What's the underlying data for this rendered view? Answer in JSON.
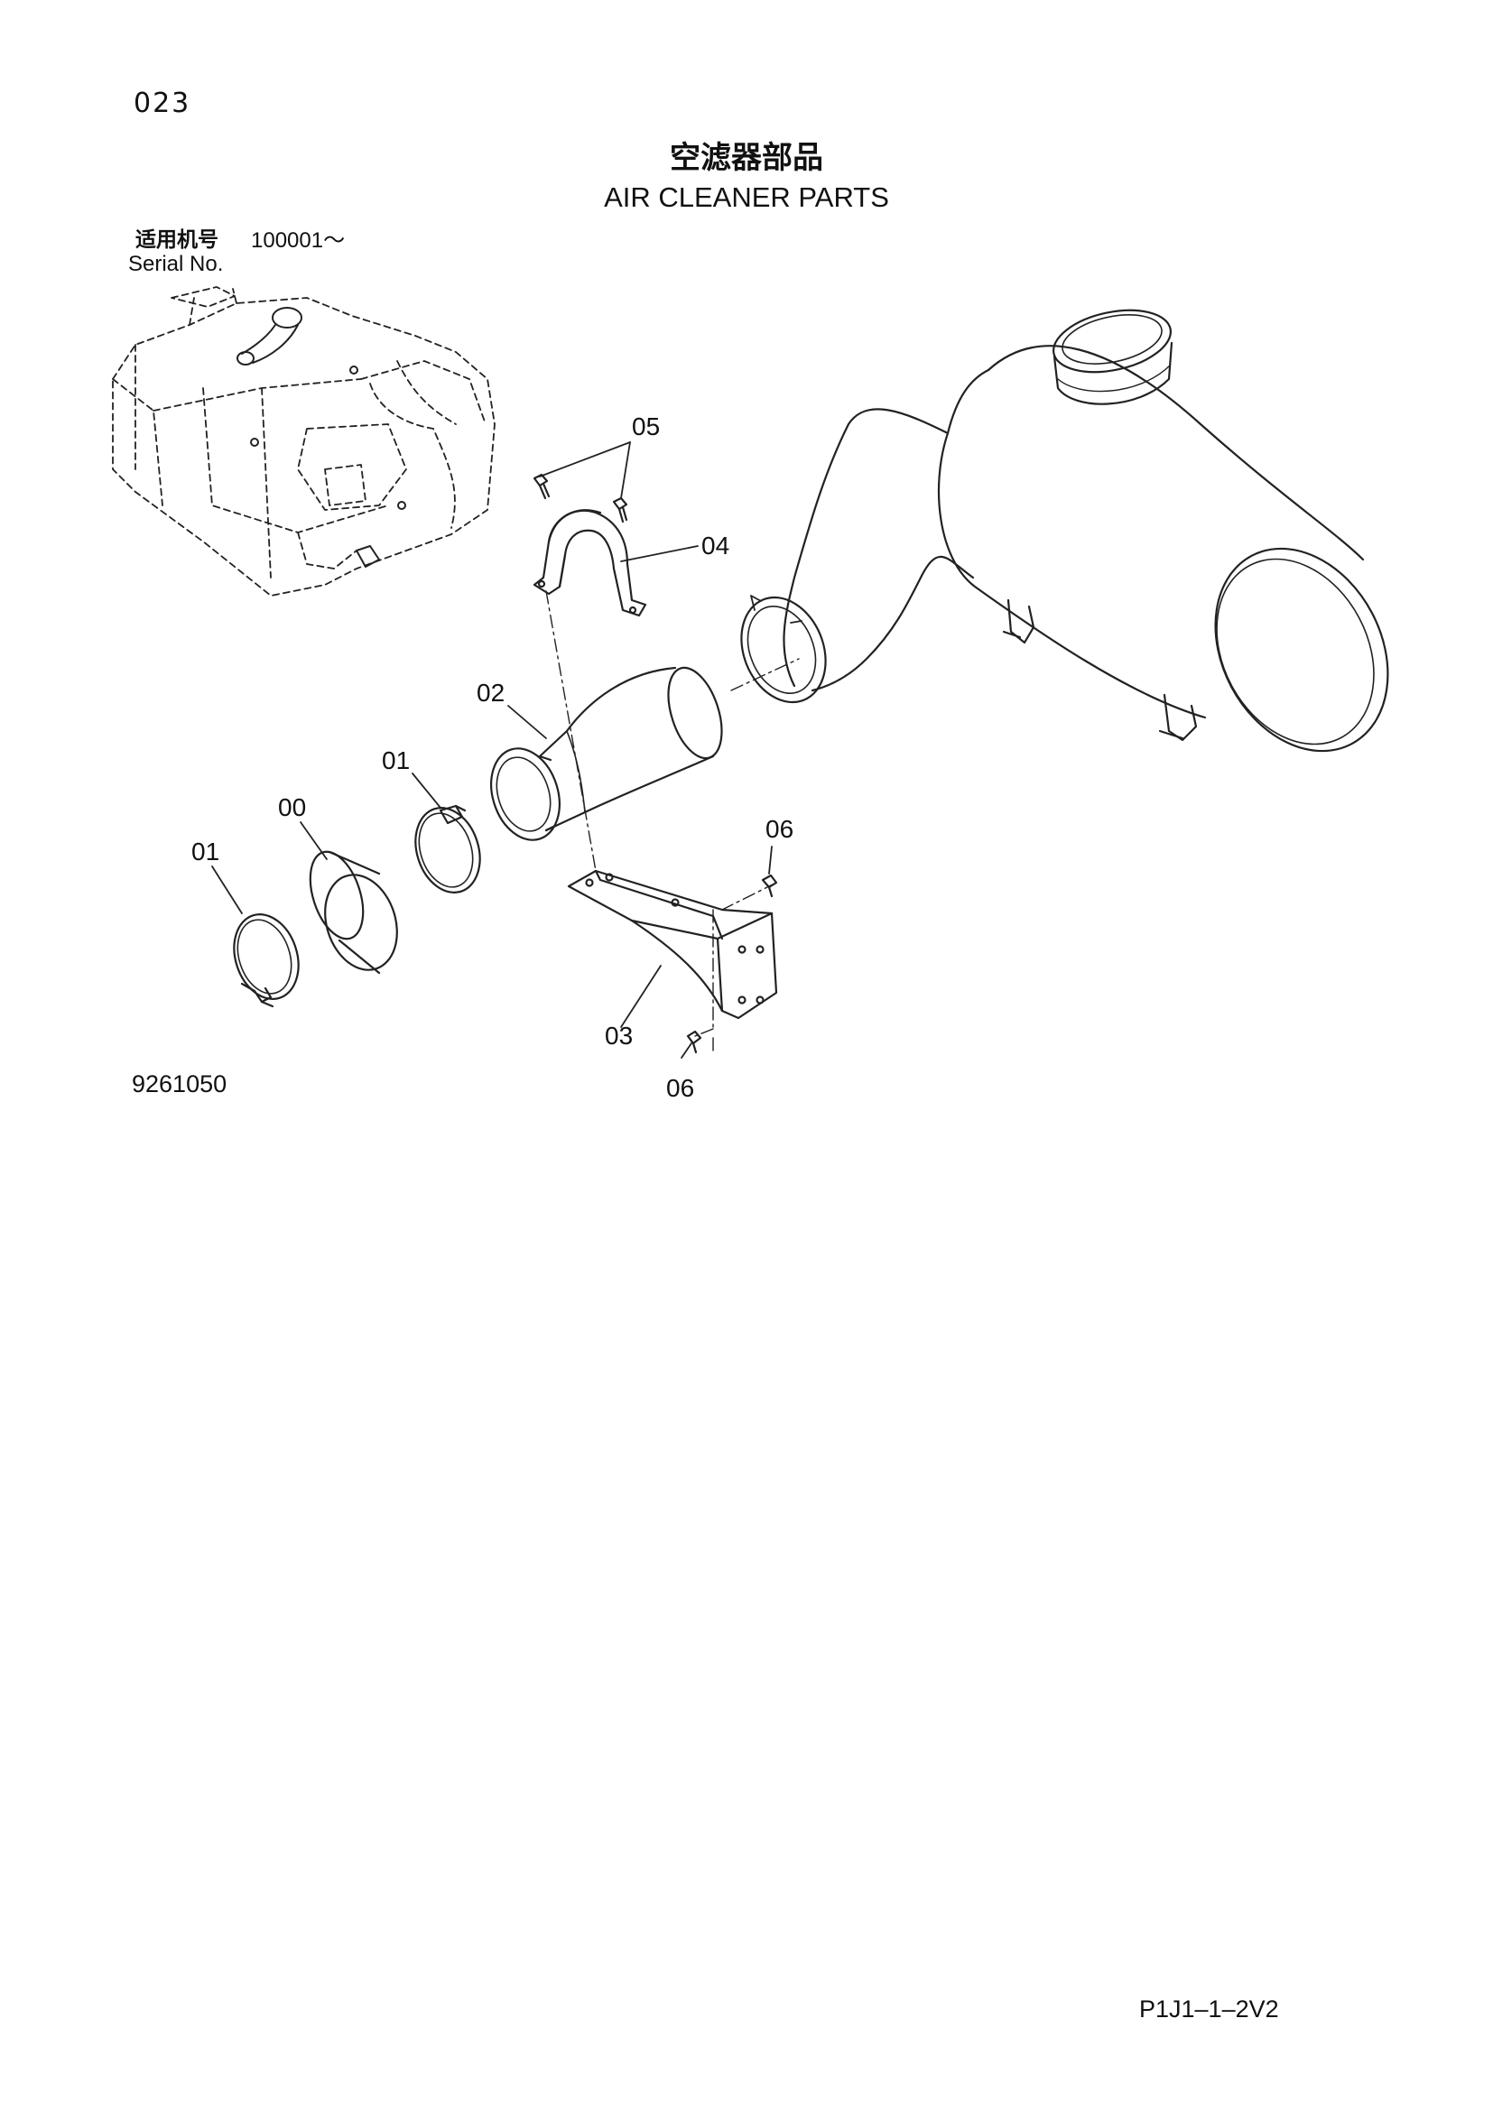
{
  "header": {
    "page_number": "023",
    "title_zh": "空滤器部品",
    "title_en": "AIR CLEANER PARTS",
    "serial_label_zh": "适用机号",
    "serial_range": "100001～",
    "serial_label_en": "Serial No."
  },
  "callouts": {
    "part_05": "05",
    "part_04": "04",
    "part_02": "02",
    "part_01_upper": "01",
    "part_00": "00",
    "part_01_lower": "01",
    "part_06_upper": "06",
    "part_03": "03",
    "part_06_lower": "06"
  },
  "footer": {
    "drawing_number": "9261050",
    "page_code": "P1J1–1–2V2"
  }
}
